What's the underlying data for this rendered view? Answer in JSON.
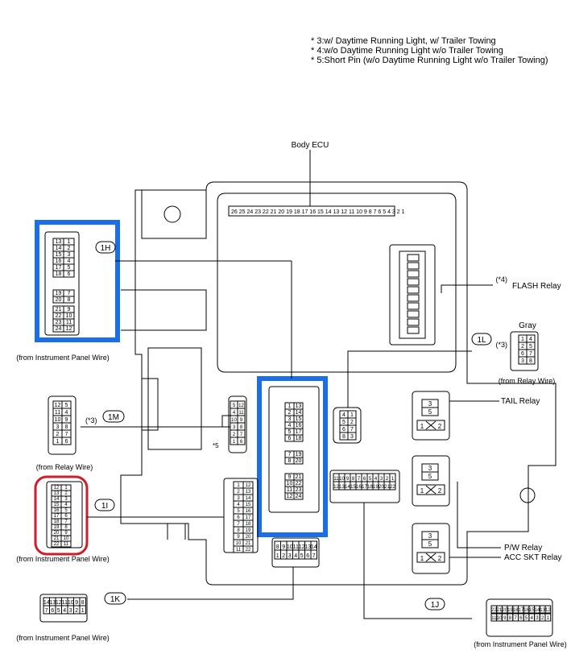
{
  "notes": [
    "* 3:w/ Daytime Running Light, w/ Trailer Towing",
    "* 4:w/o Daytime Running Light w/o Trailer Towing",
    "* 5:Short Pin (w/o Daytime Running Light w/o Trailer Towing)"
  ],
  "body_ecu": {
    "label": "Body ECU",
    "pins": "26 25 24 23 22 21 20 19 18 17 16 15 14 13 12 11 10 9 8 7 6 5 4 3 2 1"
  },
  "connectors": {
    "c1h": {
      "tag": "1H",
      "source": "(from Instrument Panel Wire)"
    },
    "c1m": {
      "tag": "1M",
      "note": "(*3)",
      "source": "(from Relay Wire)"
    },
    "c1i": {
      "tag": "1I",
      "source": "(from Instrument Panel Wire)"
    },
    "c1k": {
      "tag": "1K",
      "source": "(from Instrument Panel Wire)"
    },
    "c1j": {
      "tag": "1J",
      "source": "(from Instrument Panel Wire)"
    },
    "c1l": {
      "tag": "1L",
      "note": "(*3)",
      "color": "Gray",
      "source": "(from Relay Wire)"
    },
    "star5": "*5"
  },
  "relays": {
    "flash": {
      "note": "(*4)",
      "label": "FLASH Relay"
    },
    "tail": "TAIL Relay",
    "pw": "P/W Relay",
    "acc": "ACC SKT Relay"
  },
  "pin_numbers": {
    "c1h_top": [
      "13",
      "1",
      "14",
      "2",
      "15",
      "3",
      "16",
      "4",
      "17",
      "5",
      "18",
      "6"
    ],
    "c1h_mid": [
      "19",
      "7",
      "20",
      "8"
    ],
    "c1h_bot": [
      "21",
      "9",
      "22",
      "10",
      "23",
      "11",
      "24",
      "12"
    ],
    "c1m": [
      "12",
      "5",
      "11",
      "4",
      "10",
      "9",
      "3",
      "8",
      "2",
      "7",
      "1",
      "6"
    ],
    "c1i": [
      "12",
      "1",
      "13",
      "2",
      "14",
      "3",
      "15",
      "4",
      "16",
      "5",
      "17",
      "6",
      "18",
      "7",
      "19",
      "8",
      "20",
      "9",
      "21",
      "10",
      "22",
      "11"
    ],
    "center_top": [
      "1",
      "13",
      "2",
      "14",
      "3",
      "15",
      "4",
      "16",
      "5",
      "17",
      "6",
      "18"
    ],
    "center_mid": [
      "7",
      "19",
      "8",
      "20"
    ],
    "center_bot": [
      "9",
      "21",
      "10",
      "22",
      "11",
      "23",
      "12",
      "24"
    ],
    "c1i_housing": [
      "1",
      "12",
      "2",
      "13",
      "3",
      "14",
      "4",
      "15",
      "5",
      "16",
      "6",
      "17",
      "7",
      "18",
      "8",
      "19",
      "9",
      "20",
      "10",
      "21",
      "11",
      "22"
    ],
    "c1l_housing": [
      "4",
      "1",
      "5",
      "2",
      "6",
      "7",
      "8",
      "3"
    ],
    "gray": [
      "1",
      "4",
      "2",
      "5",
      "6",
      "7",
      "3",
      "8"
    ],
    "c1m_housing": [
      "5",
      "12",
      "4",
      "11",
      "10",
      "9",
      "3",
      "8",
      "2",
      "7",
      "1",
      "6"
    ],
    "c1k_housing": [
      "8",
      "9",
      "10",
      "11",
      "12",
      "13",
      "14",
      "1",
      "2",
      "3",
      "4",
      "5",
      "6",
      "7"
    ],
    "c1j_housing_top": [
      "11",
      "10",
      "9",
      "8",
      "7",
      "6",
      "5",
      "4",
      "3",
      "2",
      "1"
    ],
    "c1j_housing_bot": [
      "12",
      "13",
      "14",
      "15",
      "16",
      "17",
      "18",
      "19",
      "20",
      "21",
      "22"
    ],
    "c1k_top": [
      "14",
      "13",
      "12",
      "11",
      "10",
      "9",
      "8"
    ],
    "c1k_bot": [
      "7",
      "6",
      "5",
      "4",
      "3",
      "2",
      "1"
    ],
    "c1j_top": [
      "22",
      "21",
      "20",
      "19",
      "18",
      "17",
      "16",
      "15",
      "14",
      "13",
      "12"
    ],
    "c1j_bot": [
      "11",
      "10",
      "9",
      "8",
      "7",
      "6",
      "5",
      "4",
      "3",
      "2",
      "1"
    ],
    "relay_pins": [
      "3",
      "5",
      "1",
      "2"
    ]
  },
  "highlight_colors": {
    "blue": "#1a6fe8",
    "red": "#cc1f2a"
  }
}
